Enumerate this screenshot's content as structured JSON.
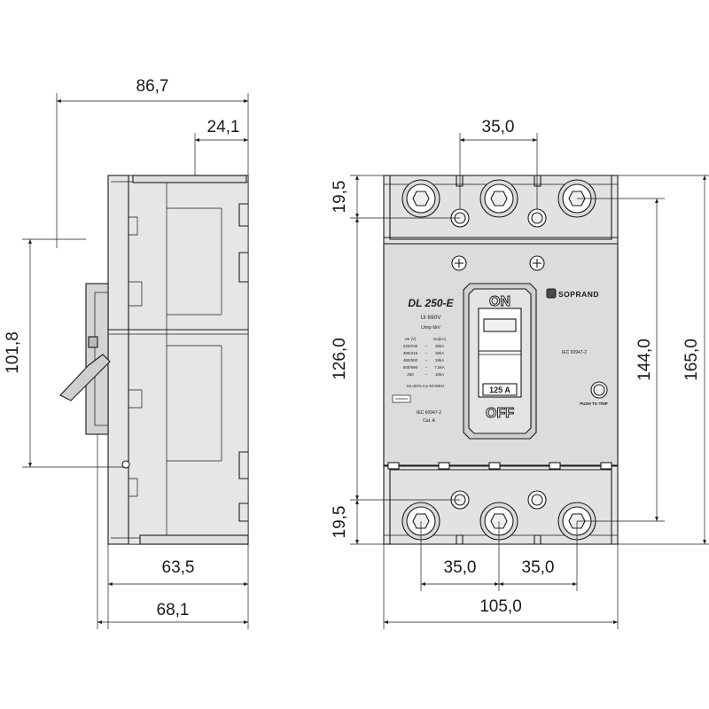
{
  "dimensions": {
    "side_total_depth": "86,7",
    "side_top_depth": "24,1",
    "side_height": "101,8",
    "side_base_inner": "63,5",
    "side_base_outer": "68,1",
    "front_pole_pitch_top": "35,0",
    "front_terminal_top": "19,5",
    "front_window_height": "126,0",
    "front_terminal_bottom": "19,5",
    "front_mount_height": "144,0",
    "front_total_height": "165,0",
    "front_pole_pitch_bottom_left": "35,0",
    "front_pole_pitch_bottom_right": "35,0",
    "front_width": "105,0"
  },
  "breaker": {
    "model": "DL 250-E",
    "ui": "Ui 690V",
    "uimp": "Uimp 6kV",
    "table_header_ue": "Ue (V)",
    "table_header_icu": "Icu(kA)",
    "ratings": [
      {
        "ue": "220/230",
        "icu": "35kA"
      },
      {
        "ue": "380/415",
        "icu": "18kA"
      },
      {
        "ue": "480/500",
        "icu": "18kA"
      },
      {
        "ue": "600/690",
        "icu": "7,5kA"
      },
      {
        "ue": "250",
        "icu": "10kA"
      }
    ],
    "ics_note": "Ics=50% Icu  50-60Hz",
    "standard_left": "IEC 60947-2",
    "category": "Cat. A",
    "standard_right": "IEC 60947-2",
    "brand": "SOPRAND",
    "on_label": "ON",
    "off_label": "OFF",
    "current_rating": "125 A",
    "push_to_trip": "PUSH TO TRIP"
  }
}
